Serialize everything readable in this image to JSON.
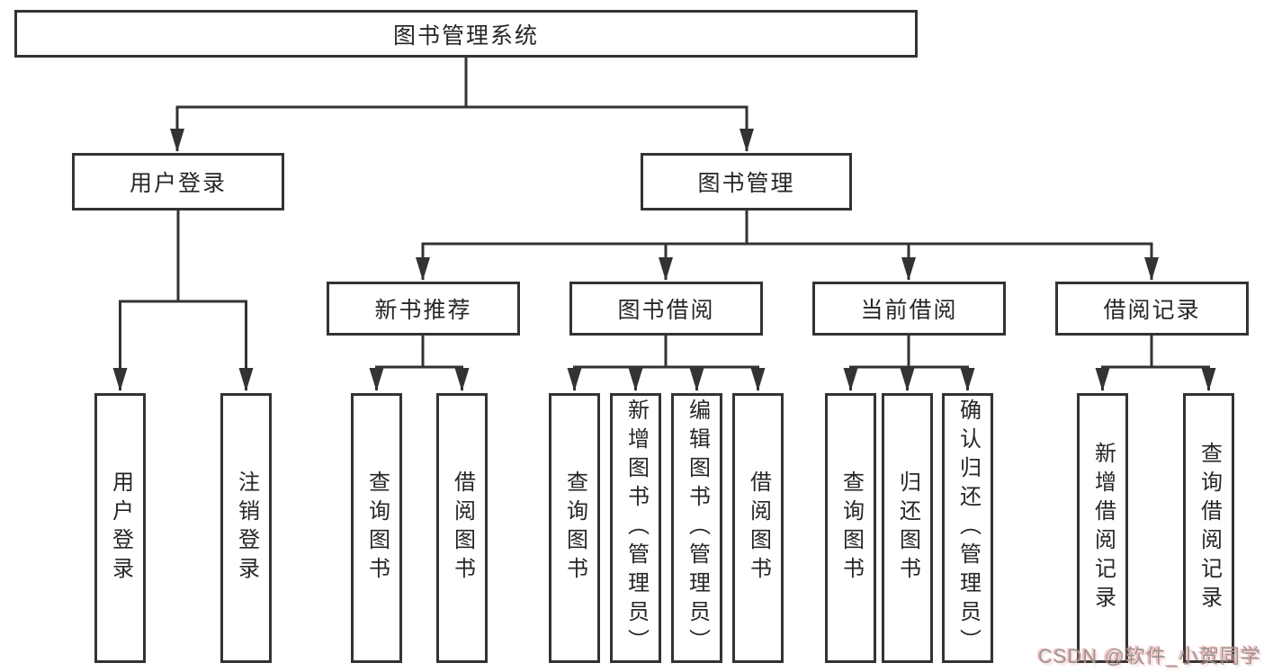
{
  "diagram": {
    "root": {
      "label": "图书管理系统"
    },
    "level2": [
      {
        "label": "用户登录"
      },
      {
        "label": "图书管理"
      }
    ],
    "level3": [
      {
        "label": "新书推荐"
      },
      {
        "label": "图书借阅"
      },
      {
        "label": "当前借阅"
      },
      {
        "label": "借阅记录"
      }
    ],
    "leaves": {
      "user_login": [
        {
          "label": "用户登录"
        },
        {
          "label": "注销登录"
        }
      ],
      "new_books": [
        {
          "label": "查询图书"
        },
        {
          "label": "借阅图书"
        }
      ],
      "book_borrow": [
        {
          "label": "查询图书"
        },
        {
          "label": "新增图书（管理员）"
        },
        {
          "label": "编辑图书（管理员）"
        },
        {
          "label": "借阅图书"
        }
      ],
      "current_borrow": [
        {
          "label": "查询图书"
        },
        {
          "label": "归还图书"
        },
        {
          "label": "确认归还（管理员）"
        }
      ],
      "borrow_records": [
        {
          "label": "新增借阅记录"
        },
        {
          "label": "查询借阅记录"
        }
      ]
    }
  },
  "watermark": "CSDN @软件_小贺同学",
  "colors": {
    "line": "#333333",
    "box_border": "#333333",
    "text": "#262626",
    "background": "#ffffff",
    "watermark_gray": "#969696",
    "watermark_red": "#eb6e64"
  }
}
